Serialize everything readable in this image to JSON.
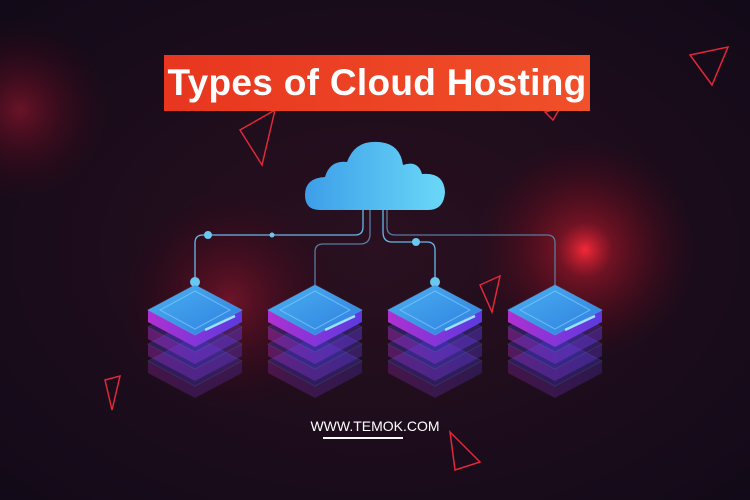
{
  "title": "Types of Cloud Hosting",
  "website": "WWW.TEMOK.COM",
  "colors": {
    "banner": "#e8361f",
    "cloud": "#4fb6ee",
    "server_top": "#3fa0ec",
    "server_side": "#8a2ed0",
    "accent_glow": "#ff2a3a"
  },
  "servers": [
    {
      "id": 1
    },
    {
      "id": 2
    },
    {
      "id": 3
    },
    {
      "id": 4
    }
  ]
}
